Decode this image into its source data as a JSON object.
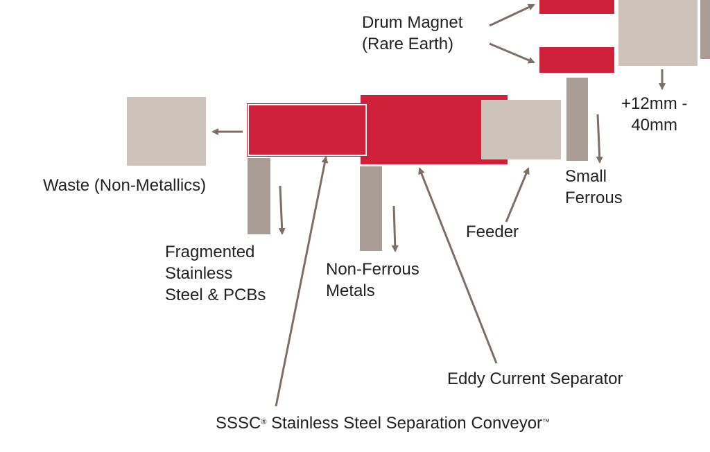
{
  "labels": {
    "drum_magnet": [
      "Drum Magnet",
      "(Rare Earth)"
    ],
    "size_range": [
      "+12mm -",
      "40mm"
    ],
    "waste": "Waste (Non-Metallics)",
    "small_ferrous": [
      "Small",
      "Ferrous"
    ],
    "feeder": "Feeder",
    "fragmented": [
      "Fragmented",
      "Stainless",
      "Steel & PCBs"
    ],
    "non_ferrous": [
      "Non-Ferrous",
      "Metals"
    ],
    "eddy_current": "Eddy Current Separator",
    "sssc": {
      "prefix": "SSSC",
      "reg": "®",
      "name": "Stainless Steel Separation Conveyor",
      "tm": "™"
    }
  },
  "colors": {
    "equipment_red": "#d0213a",
    "material_tan": "#cdc3bb",
    "discharge_gray": "#a99d95",
    "arrow": "#7d6e66",
    "text": "#222222"
  }
}
